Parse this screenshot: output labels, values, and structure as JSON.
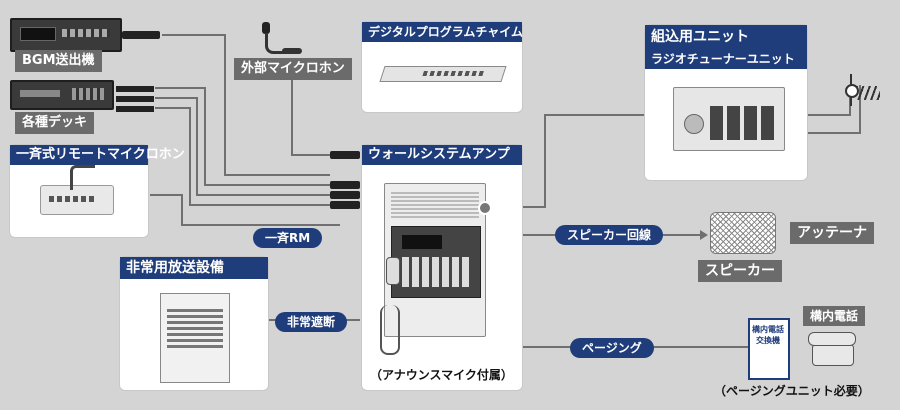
{
  "labels": {
    "bgm": "BGM送出機",
    "decks": "各種デッキ",
    "remote_mic": "一斉式リモートマイクロホン",
    "external_mic": "外部マイクロホン",
    "chime": "デジタルプログラムチャイム",
    "builtin_unit": "組込用ユニット",
    "radio_tuner": "ラジオチューナーユニット",
    "amp": "ウォールシステムアンプ",
    "amp_note": "（アナウンスマイク付属）",
    "antenna": "アッテーナ",
    "speaker": "スピーカー",
    "emergency": "非常用放送設備",
    "phone": "構内電話",
    "phone_note": "（ページングユニット必要）",
    "exchange": "構内電話交換機"
  },
  "connections": {
    "rm": "一斉RM",
    "speaker_line": "スピーカー回線",
    "emergency_cut": "非常遮断",
    "paging": "ページング"
  },
  "colors": {
    "navy": "#1f3d7a",
    "grey": "#6b6b6b",
    "background": "#d4d4d4",
    "wire": "#707070"
  }
}
